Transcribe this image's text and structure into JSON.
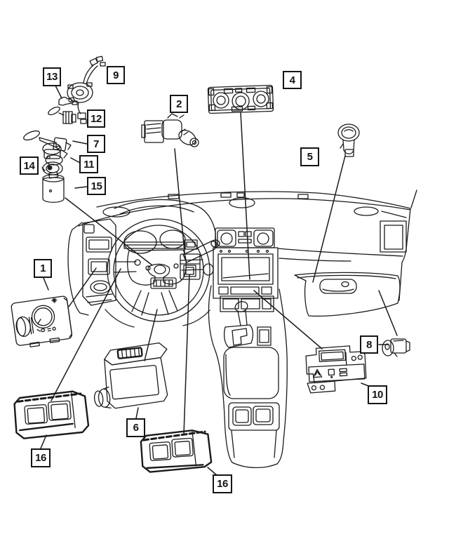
{
  "canvas": {
    "background": "#ffffff",
    "line_color": "#1b1b1b",
    "callout_border_color": "#141414"
  },
  "callouts": [
    {
      "label": "1",
      "points_to": "headlamp-switch-drawing"
    },
    {
      "label": "2",
      "points_to": "column-switch-drawing"
    },
    {
      "label": "4",
      "points_to": "hvac-control-drawing"
    },
    {
      "label": "5",
      "points_to": "push-button-switch-drawing"
    },
    {
      "label": "6",
      "points_to": "module-with-knob-drawing"
    },
    {
      "label": "7",
      "points_to": "multifunction-lever-drawing"
    },
    {
      "label": "8",
      "points_to": "small-switch-drawing"
    },
    {
      "label": "9",
      "points_to": "clockspring-drawing"
    },
    {
      "label": "10",
      "points_to": "hazard-switch-panel-drawing"
    },
    {
      "label": "11",
      "points_to": "ignition-switch-drawing"
    },
    {
      "label": "12",
      "points_to": "stalk-switch-drawing"
    },
    {
      "label": "13",
      "points_to": "clip-bracket-drawing"
    },
    {
      "label": "14",
      "points_to": "lock-cylinder-drawing"
    },
    {
      "label": "15",
      "points_to": "column-housing-drawing"
    },
    {
      "label": "16",
      "points_to": "window-switch-bezel-left-drawing"
    },
    {
      "label": "16",
      "points_to": "window-switch-bezel-right-drawing"
    }
  ]
}
